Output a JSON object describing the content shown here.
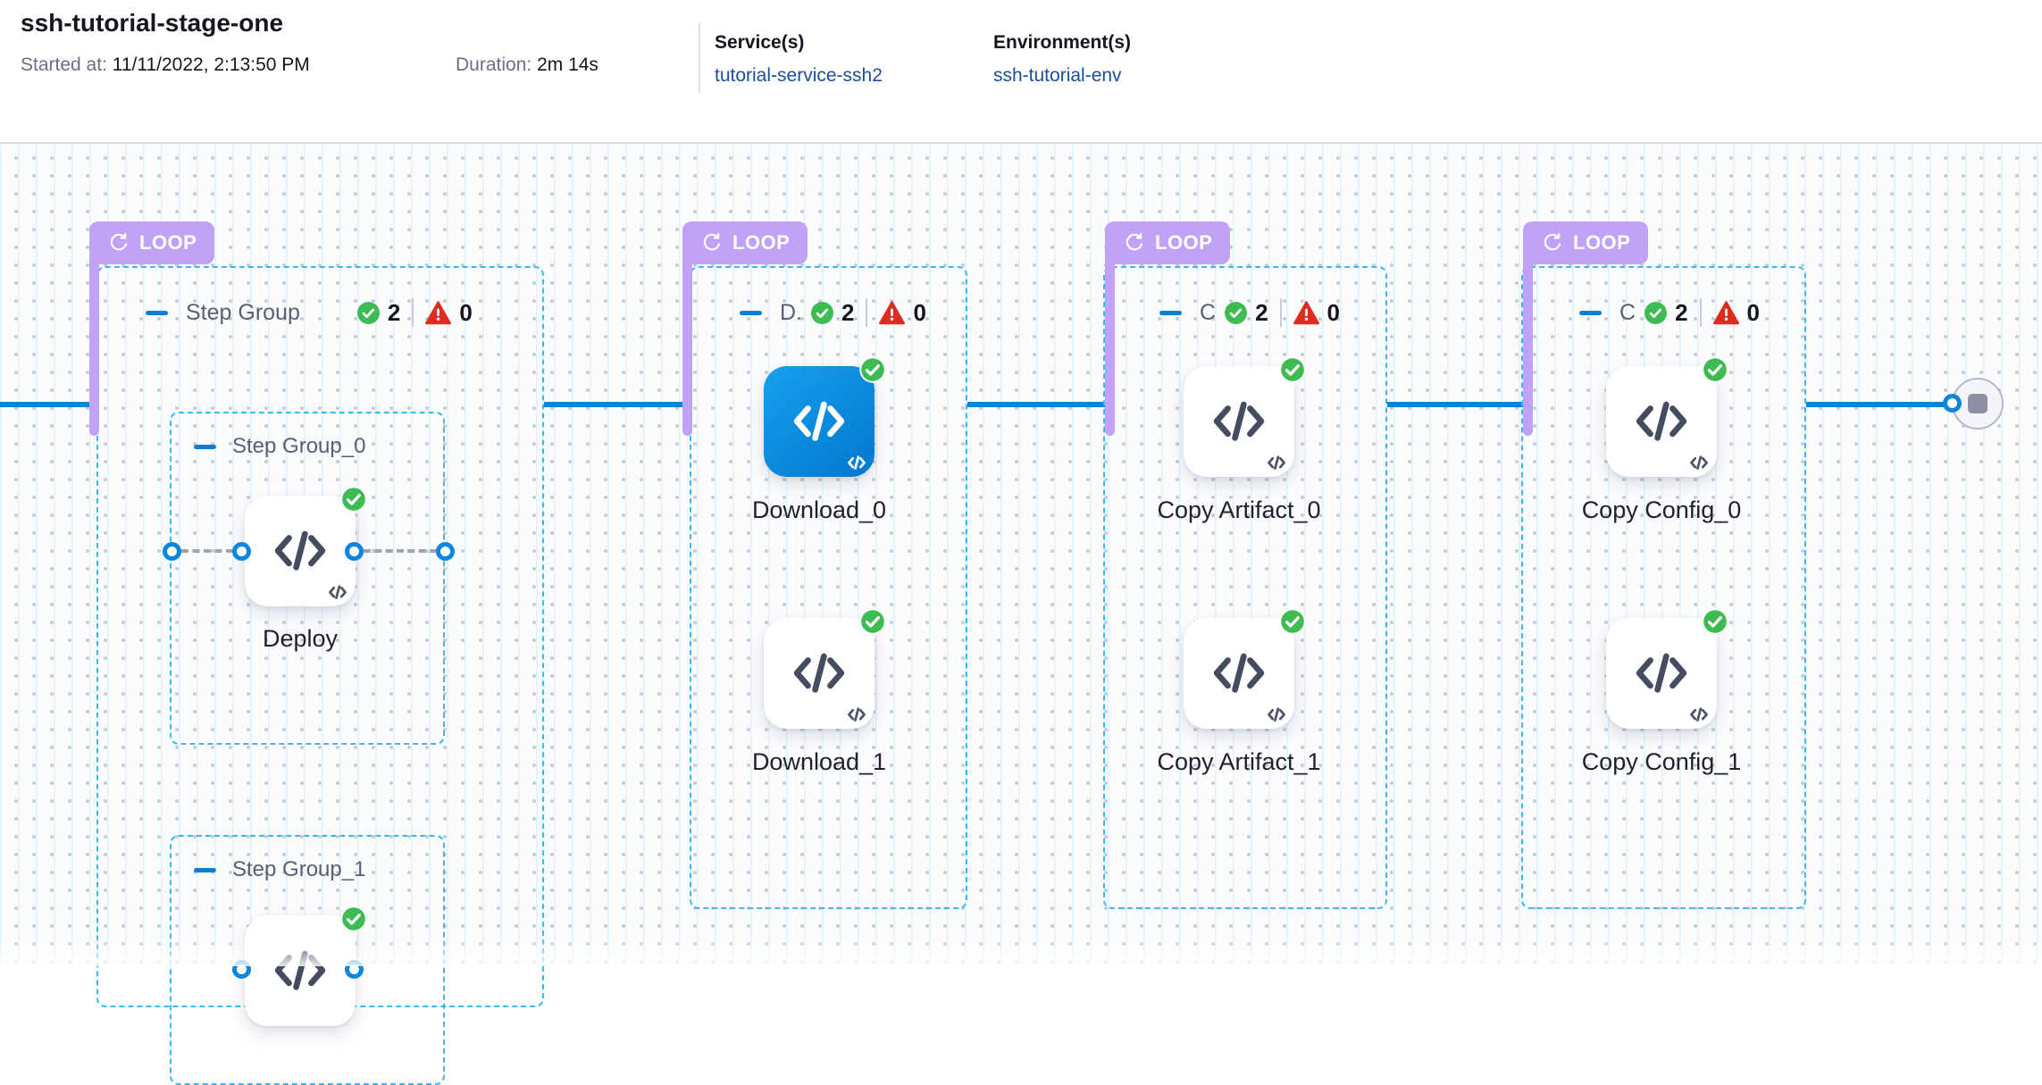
{
  "header": {
    "title": "ssh-tutorial-stage-one",
    "started_label": "Started at:",
    "started_value": "11/11/2022, 2:13:50 PM",
    "duration_label": "Duration:",
    "duration_value": "2m 14s",
    "services_label": "Service(s)",
    "services_value": "tutorial-service-ssh2",
    "environments_label": "Environment(s)",
    "environments_value": "ssh-tutorial-env"
  },
  "canvas": {
    "loop_label": "LOOP",
    "stages": [
      {
        "name": "Step Group",
        "success_count": "2",
        "failed_count": "0",
        "groups": [
          {
            "name": "Step Group_0",
            "steps": [
              {
                "label": "Deploy"
              }
            ]
          },
          {
            "name": "Step Group_1"
          }
        ]
      },
      {
        "name": "D.",
        "success_count": "2",
        "failed_count": "0",
        "steps": [
          {
            "label": "Download_0"
          },
          {
            "label": "Download_1"
          }
        ]
      },
      {
        "name": "C",
        "success_count": "2",
        "failed_count": "0",
        "steps": [
          {
            "label": "Copy Artifact_0"
          },
          {
            "label": "Copy Artifact_1"
          }
        ]
      },
      {
        "name": "C",
        "success_count": "2",
        "failed_count": "0",
        "steps": [
          {
            "label": "Copy Config_0"
          },
          {
            "label": "Copy Config_1"
          }
        ]
      }
    ]
  },
  "colors": {
    "accent_blue": "#0278d5",
    "step_tile_blue": "#0c8ce4",
    "loop_purple": "#c0a2f6",
    "success_green": "#3fbb53",
    "failure_red": "#dd2c20",
    "selection_cyan": "#38b9f1",
    "link_navy": "#1b4f96"
  }
}
